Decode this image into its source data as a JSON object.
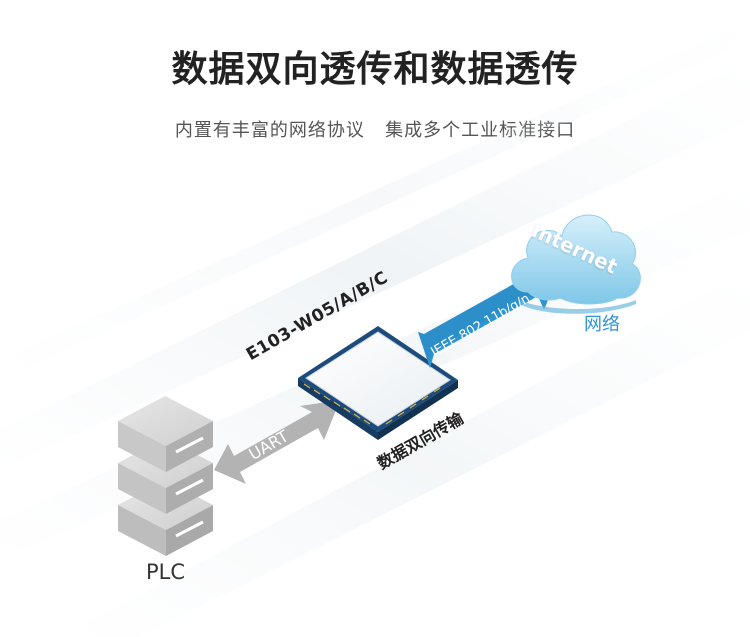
{
  "header": {
    "title": "数据双向透传和数据透传",
    "subtitle": "内置有丰富的网络协议   集成多个工业标准接口"
  },
  "diagram": {
    "plc_label": "PLC",
    "uart_label": "UART",
    "module_label": "E103-W05/A/B/C",
    "transfer_label": "数据双向传输",
    "wifi_label": "IEEE 802.11b/g/n",
    "cloud_label": "Internet",
    "network_label": "网络"
  },
  "colors": {
    "accent_blue": "#2f95d0",
    "cloud_blue": "#9fd8f1",
    "server_gray": "#cfcfcf",
    "arrow_gray": "#b3b3b3"
  }
}
